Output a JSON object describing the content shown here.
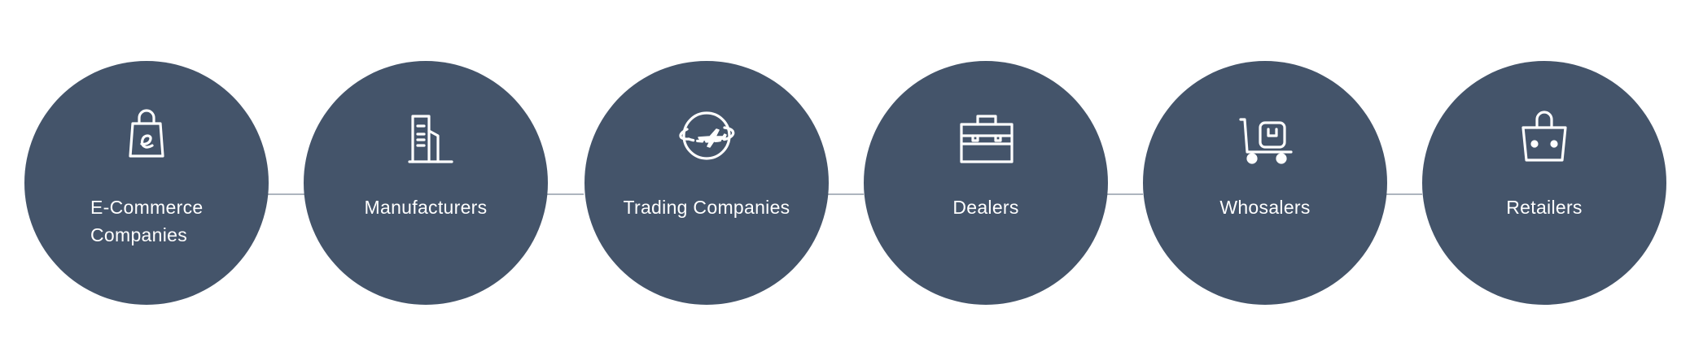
{
  "categories": [
    {
      "label": "E-Commerce Companies",
      "icon": "shopping-bag-e-icon"
    },
    {
      "label": "Manufacturers",
      "icon": "building-icon"
    },
    {
      "label": "Trading Companies",
      "icon": "globe-airplane-icon"
    },
    {
      "label": "Dealers",
      "icon": "briefcase-icon"
    },
    {
      "label": "Whosalers",
      "icon": "hand-truck-icon"
    },
    {
      "label": "Retailers",
      "icon": "shopping-basket-icon"
    }
  ],
  "colors": {
    "circle": "#44546a",
    "connector": "#aeb5bf",
    "text": "#ffffff"
  }
}
